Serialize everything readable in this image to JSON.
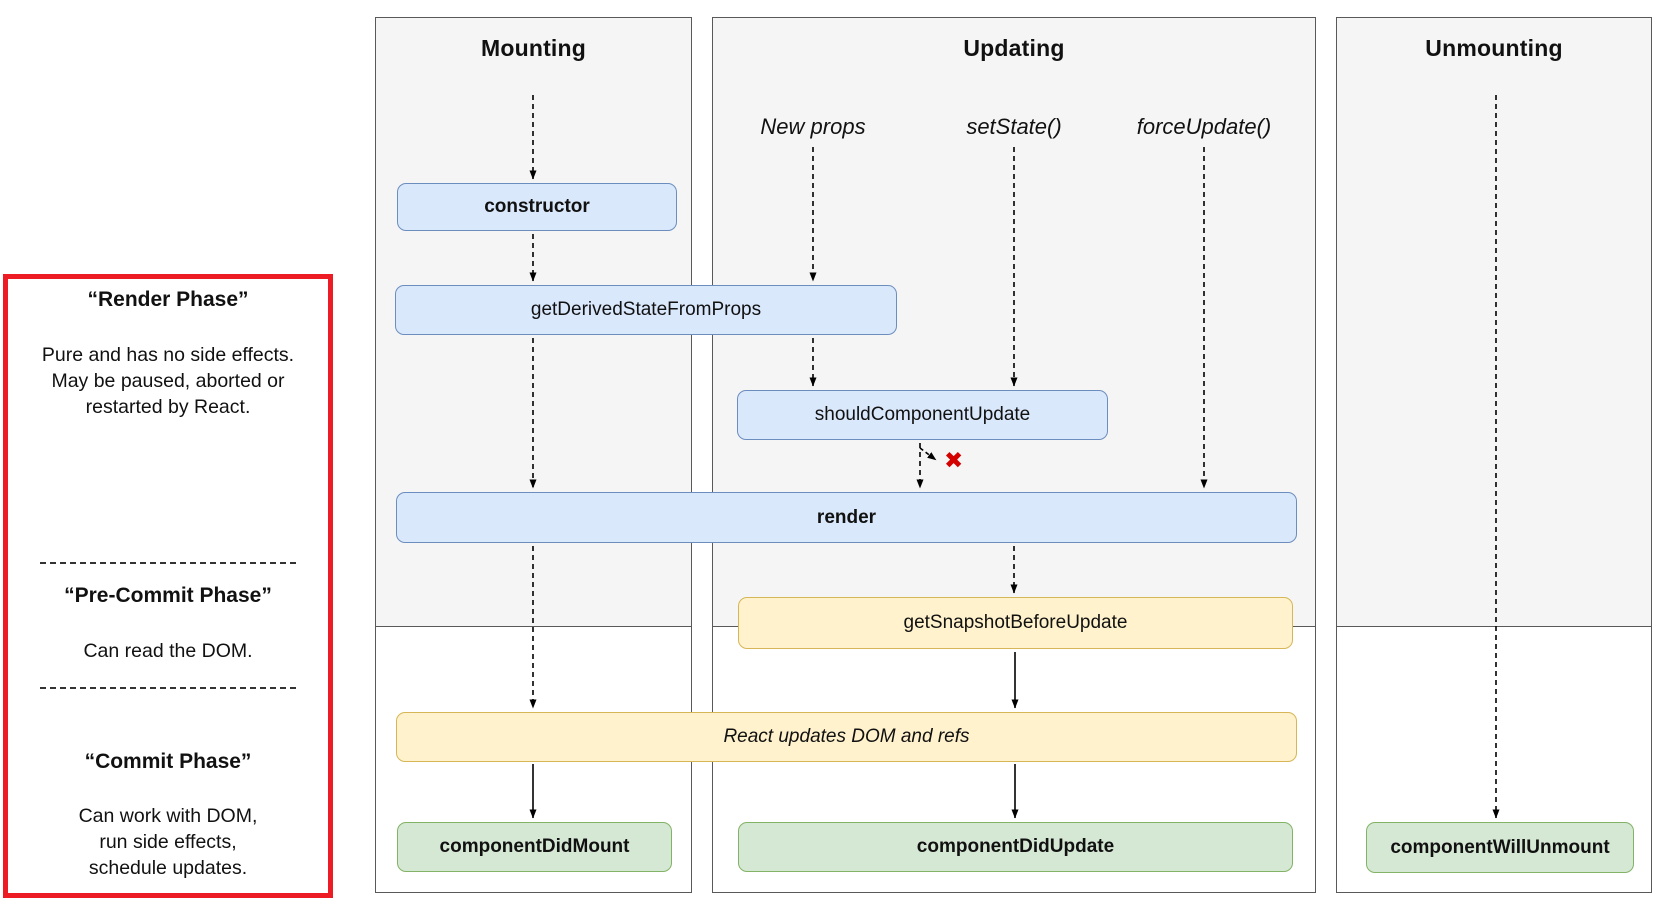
{
  "diagram": {
    "phases": [
      {
        "title": "“Render Phase”",
        "body": "Pure and has no side effects.\nMay be paused, aborted or\nrestarted by React."
      },
      {
        "title": "“Pre-Commit Phase”",
        "body": "Can read the DOM."
      },
      {
        "title": "“Commit Phase”",
        "body": "Can work with DOM,\nrun side effects,\nschedule updates."
      }
    ],
    "columns": [
      {
        "title": "Mounting"
      },
      {
        "title": "Updating",
        "triggers": [
          "New props",
          "setState()",
          "forceUpdate()"
        ]
      },
      {
        "title": "Unmounting"
      }
    ],
    "nodes": {
      "constructor": "constructor",
      "getDerivedStateFromProps": "getDerivedStateFromProps",
      "shouldComponentUpdate": "shouldComponentUpdate",
      "render": "render",
      "getSnapshotBeforeUpdate": "getSnapshotBeforeUpdate",
      "reactUpdates": "React updates DOM and refs",
      "componentDidMount": "componentDidMount",
      "componentDidUpdate": "componentDidUpdate",
      "componentWillUnmount": "componentWillUnmount"
    },
    "cancel_mark": "✖",
    "colors": {
      "node_blue": "#dae8fc",
      "node_blue_border": "#6c8ebf",
      "node_yellow": "#fff2cc",
      "node_yellow_border": "#d6b656",
      "node_green": "#d5e8d4",
      "node_green_border": "#82b366",
      "phase_panel_border": "#ed1c24",
      "cancel_red": "#d40000",
      "column_bg": "#f5f5f5"
    }
  }
}
